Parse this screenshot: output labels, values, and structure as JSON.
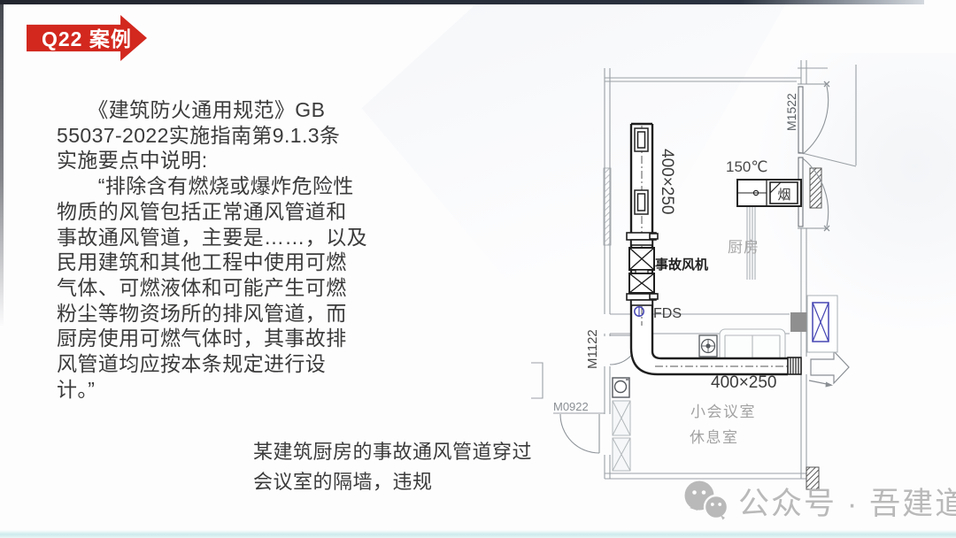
{
  "banner": {
    "label": "Q22 案例"
  },
  "article": {
    "lines": [
      "　　《建筑防火通用规范》GB",
      "55037-2022实施指南第9.1.3条",
      "实施要点中说明:",
      "　　“排除含有燃烧或爆炸危险性",
      "物质的风管包括正常通风管道和",
      "事故通风管道，主要是……，以及",
      "民用建筑和其他工程中使用可燃",
      "气体、可燃液体和可能产生可燃",
      "粉尘等物资场所的排风管道，而",
      "厨房使用可燃气体时，其事故排",
      "风管道均应按本条规定进行设",
      "计。”"
    ]
  },
  "caption": {
    "lines": [
      "某建筑厨房的事故通风管道穿过",
      "会议室的隔墙，违规"
    ]
  },
  "diagram": {
    "vertical_duct_size": "400×250",
    "horizontal_duct_size": "400×250",
    "hood_temp": "150℃",
    "hood_smoke": "烟",
    "fan_label": "事故风机",
    "fds_label": "FDS",
    "door_top_right": "M1522",
    "door_left": "M1122",
    "door_bottom_left": "M0922",
    "room_kitchen": "厨房",
    "room_meeting": "小会议室",
    "room_rest": "休息室"
  },
  "watermark": {
    "label": "公众号 · 吾建道"
  },
  "colors": {
    "banner_red": "#d2281e",
    "duct_black": "#1e1e1e",
    "wall_gray": "#9aa0a5",
    "accent_blue": "#4646b4",
    "watermark_gray": "#b9b9b9",
    "footer_teal": "#cdeaec"
  }
}
